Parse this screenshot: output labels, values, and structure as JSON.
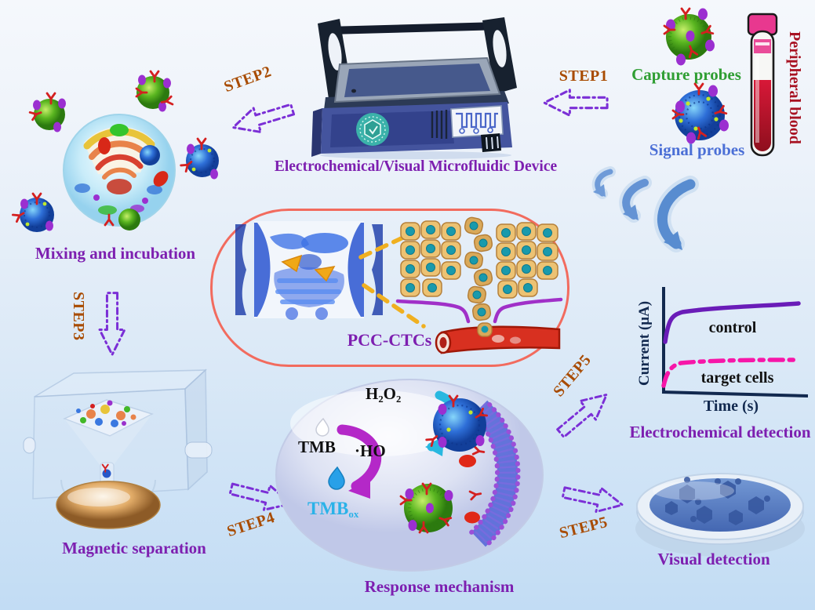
{
  "probes": {
    "capture_label": "Capture probes",
    "signal_label": "Signal probes",
    "blood_label": "Peripheral blood"
  },
  "device": {
    "caption": "Electrochemical/Visual Microfluidic Device"
  },
  "steps": {
    "step1": "STEP1",
    "step2": "STEP2",
    "step3": "STEP3",
    "step4": "STEP4",
    "step5a": "STEP5",
    "step5b": "STEP5"
  },
  "labels": {
    "mixing": "Mixing and incubation",
    "pcc_ctcs": "PCC-CTCs",
    "magnetic": "Magnetic separation",
    "response": "Response mechanism",
    "electrochemical": "Electrochemical detection",
    "visual": "Visual detection"
  },
  "reaction": {
    "h2o2": "H₂O₂",
    "ho_radical": "·HO",
    "tmb": "TMB",
    "tmb_ox_base": "TMB",
    "tmb_ox_sub": "ox"
  },
  "chart_data": {
    "type": "line",
    "title": "",
    "xlabel": "Time (s)",
    "ylabel": "Current (μA)",
    "grid": false,
    "legend_position": "inline",
    "x": [
      0,
      0.3,
      1,
      2,
      4,
      6,
      8,
      10
    ],
    "series": [
      {
        "name": "control",
        "style": "solid",
        "color": "#6a1cb8",
        "y": [
          0.3,
          0.72,
          0.78,
          0.8,
          0.81,
          0.82,
          0.83,
          0.84
        ]
      },
      {
        "name": "target cells",
        "style": "dash-dot",
        "color": "#f716a8",
        "y": [
          0.05,
          0.18,
          0.24,
          0.26,
          0.26,
          0.27,
          0.27,
          0.27
        ]
      }
    ],
    "ylim_desc": "arbitrary current units, control plateau high, target cells plateau low"
  },
  "colors": {
    "caption_purple": "#7d1fb0",
    "step_orange": "#a84b00",
    "arrow_purple": "#7b2fd6",
    "capture_green": "#2f9e33",
    "signal_blue": "#4b6fd6",
    "blood_red": "#a81222",
    "axis_navy": "#12294f",
    "tmbox_cyan": "#2ab2e8",
    "pill_border": "#f26b5e"
  }
}
